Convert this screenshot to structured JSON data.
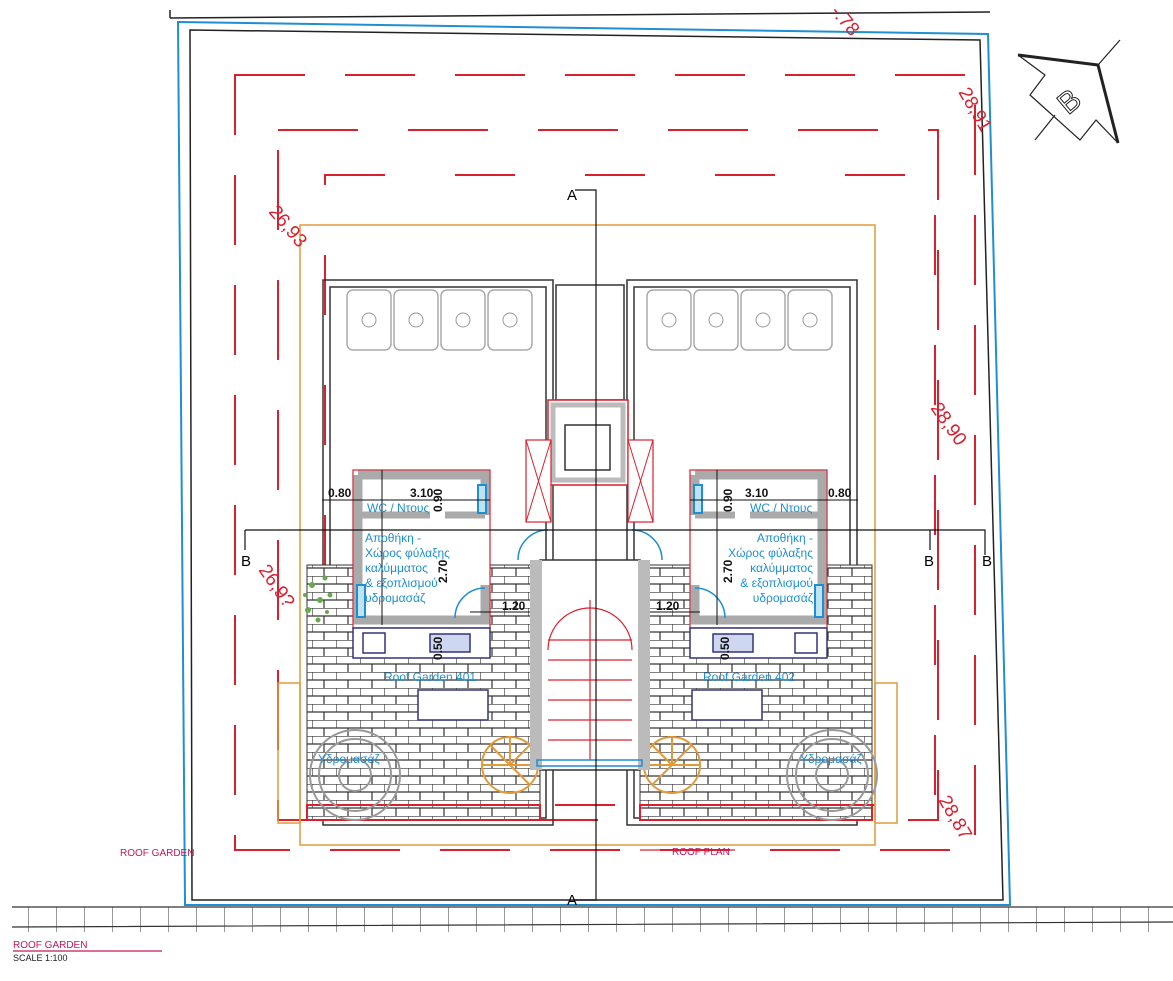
{
  "drawing": {
    "title": "ROOF GARDEN",
    "scale": "SCALE 1:100",
    "plan_label_left": "ROOF GARDEN",
    "plan_label_right": "ROOF PLAN",
    "north_symbol": "B",
    "section_markers": {
      "a_top": "A",
      "a_bottom": "A",
      "b_left": "B",
      "b_right_inner": "B",
      "b_right_outer": "B"
    },
    "elevations": [
      "-.78",
      "28,91",
      "26,93",
      "28,90",
      "26,9?",
      "28,87"
    ],
    "units": [
      {
        "name": "Roof Garden 401",
        "wc_label": "WC / Ντους",
        "storage_label_lines": [
          "Αποθήκη -",
          "Χώρος φύλαξης",
          "καλύμματος",
          "& εξοπλισμού",
          "υδρομασάζ"
        ],
        "jacuzzi_label": "Υδρομασάζ",
        "dims": {
          "side": "0.80",
          "width": "3.10",
          "wc_depth": "0.90",
          "depth": "2.70",
          "door": "1.20",
          "bench": "0.50"
        }
      },
      {
        "name": "Roof Garden 402",
        "wc_label": "WC / Ντους",
        "storage_label_lines": [
          "Αποθήκη -",
          "Χώρος φύλαξης",
          "καλύμματος",
          "& εξοπλισμού",
          "υδρομασάζ"
        ],
        "jacuzzi_label": "Υδρομασάζ",
        "dims": {
          "side": "0.80",
          "width": "3.10",
          "wc_depth": "0.90",
          "depth": "2.70",
          "door": "1.20",
          "bench": "0.50"
        }
      }
    ],
    "colors": {
      "contour": "#d9202e",
      "boundary": "#1e8fd0",
      "outline": "#e09a3a",
      "text_blue": "#1e8fd0"
    }
  }
}
